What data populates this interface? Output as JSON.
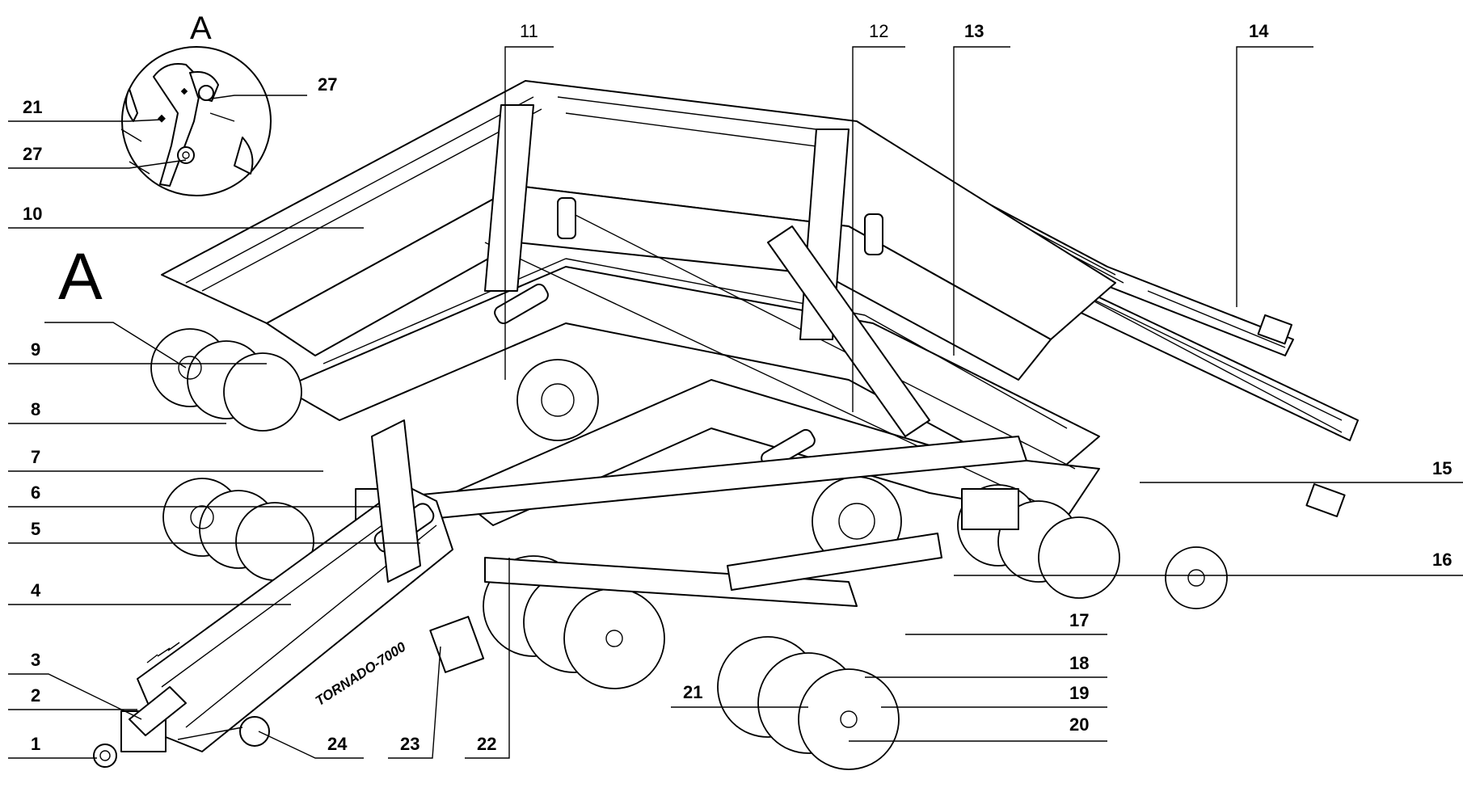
{
  "view_markers": {
    "detail_view_label": "A",
    "main_view_label": "A"
  },
  "callouts": [
    {
      "id": "c1",
      "text": "1"
    },
    {
      "id": "c2",
      "text": "2"
    },
    {
      "id": "c3",
      "text": "3"
    },
    {
      "id": "c4",
      "text": "4"
    },
    {
      "id": "c5",
      "text": "5"
    },
    {
      "id": "c6",
      "text": "6"
    },
    {
      "id": "c7",
      "text": "7"
    },
    {
      "id": "c8",
      "text": "8"
    },
    {
      "id": "c9",
      "text": "9"
    },
    {
      "id": "c10",
      "text": "10"
    },
    {
      "id": "c11",
      "text": "11"
    },
    {
      "id": "c12",
      "text": "12"
    },
    {
      "id": "c13",
      "text": "13"
    },
    {
      "id": "c14",
      "text": "14"
    },
    {
      "id": "c15",
      "text": "15"
    },
    {
      "id": "c16",
      "text": "16"
    },
    {
      "id": "c17",
      "text": "17"
    },
    {
      "id": "c18",
      "text": "18"
    },
    {
      "id": "c19",
      "text": "19"
    },
    {
      "id": "c20",
      "text": "20"
    },
    {
      "id": "c21",
      "text": "21"
    },
    {
      "id": "c22",
      "text": "22"
    },
    {
      "id": "c23",
      "text": "23"
    },
    {
      "id": "c24",
      "text": "24"
    },
    {
      "id": "c21a",
      "text": "21"
    },
    {
      "id": "c27a",
      "text": "27"
    },
    {
      "id": "c27b",
      "text": "27"
    }
  ],
  "drawbar_lettering": "TORNADO-7000"
}
